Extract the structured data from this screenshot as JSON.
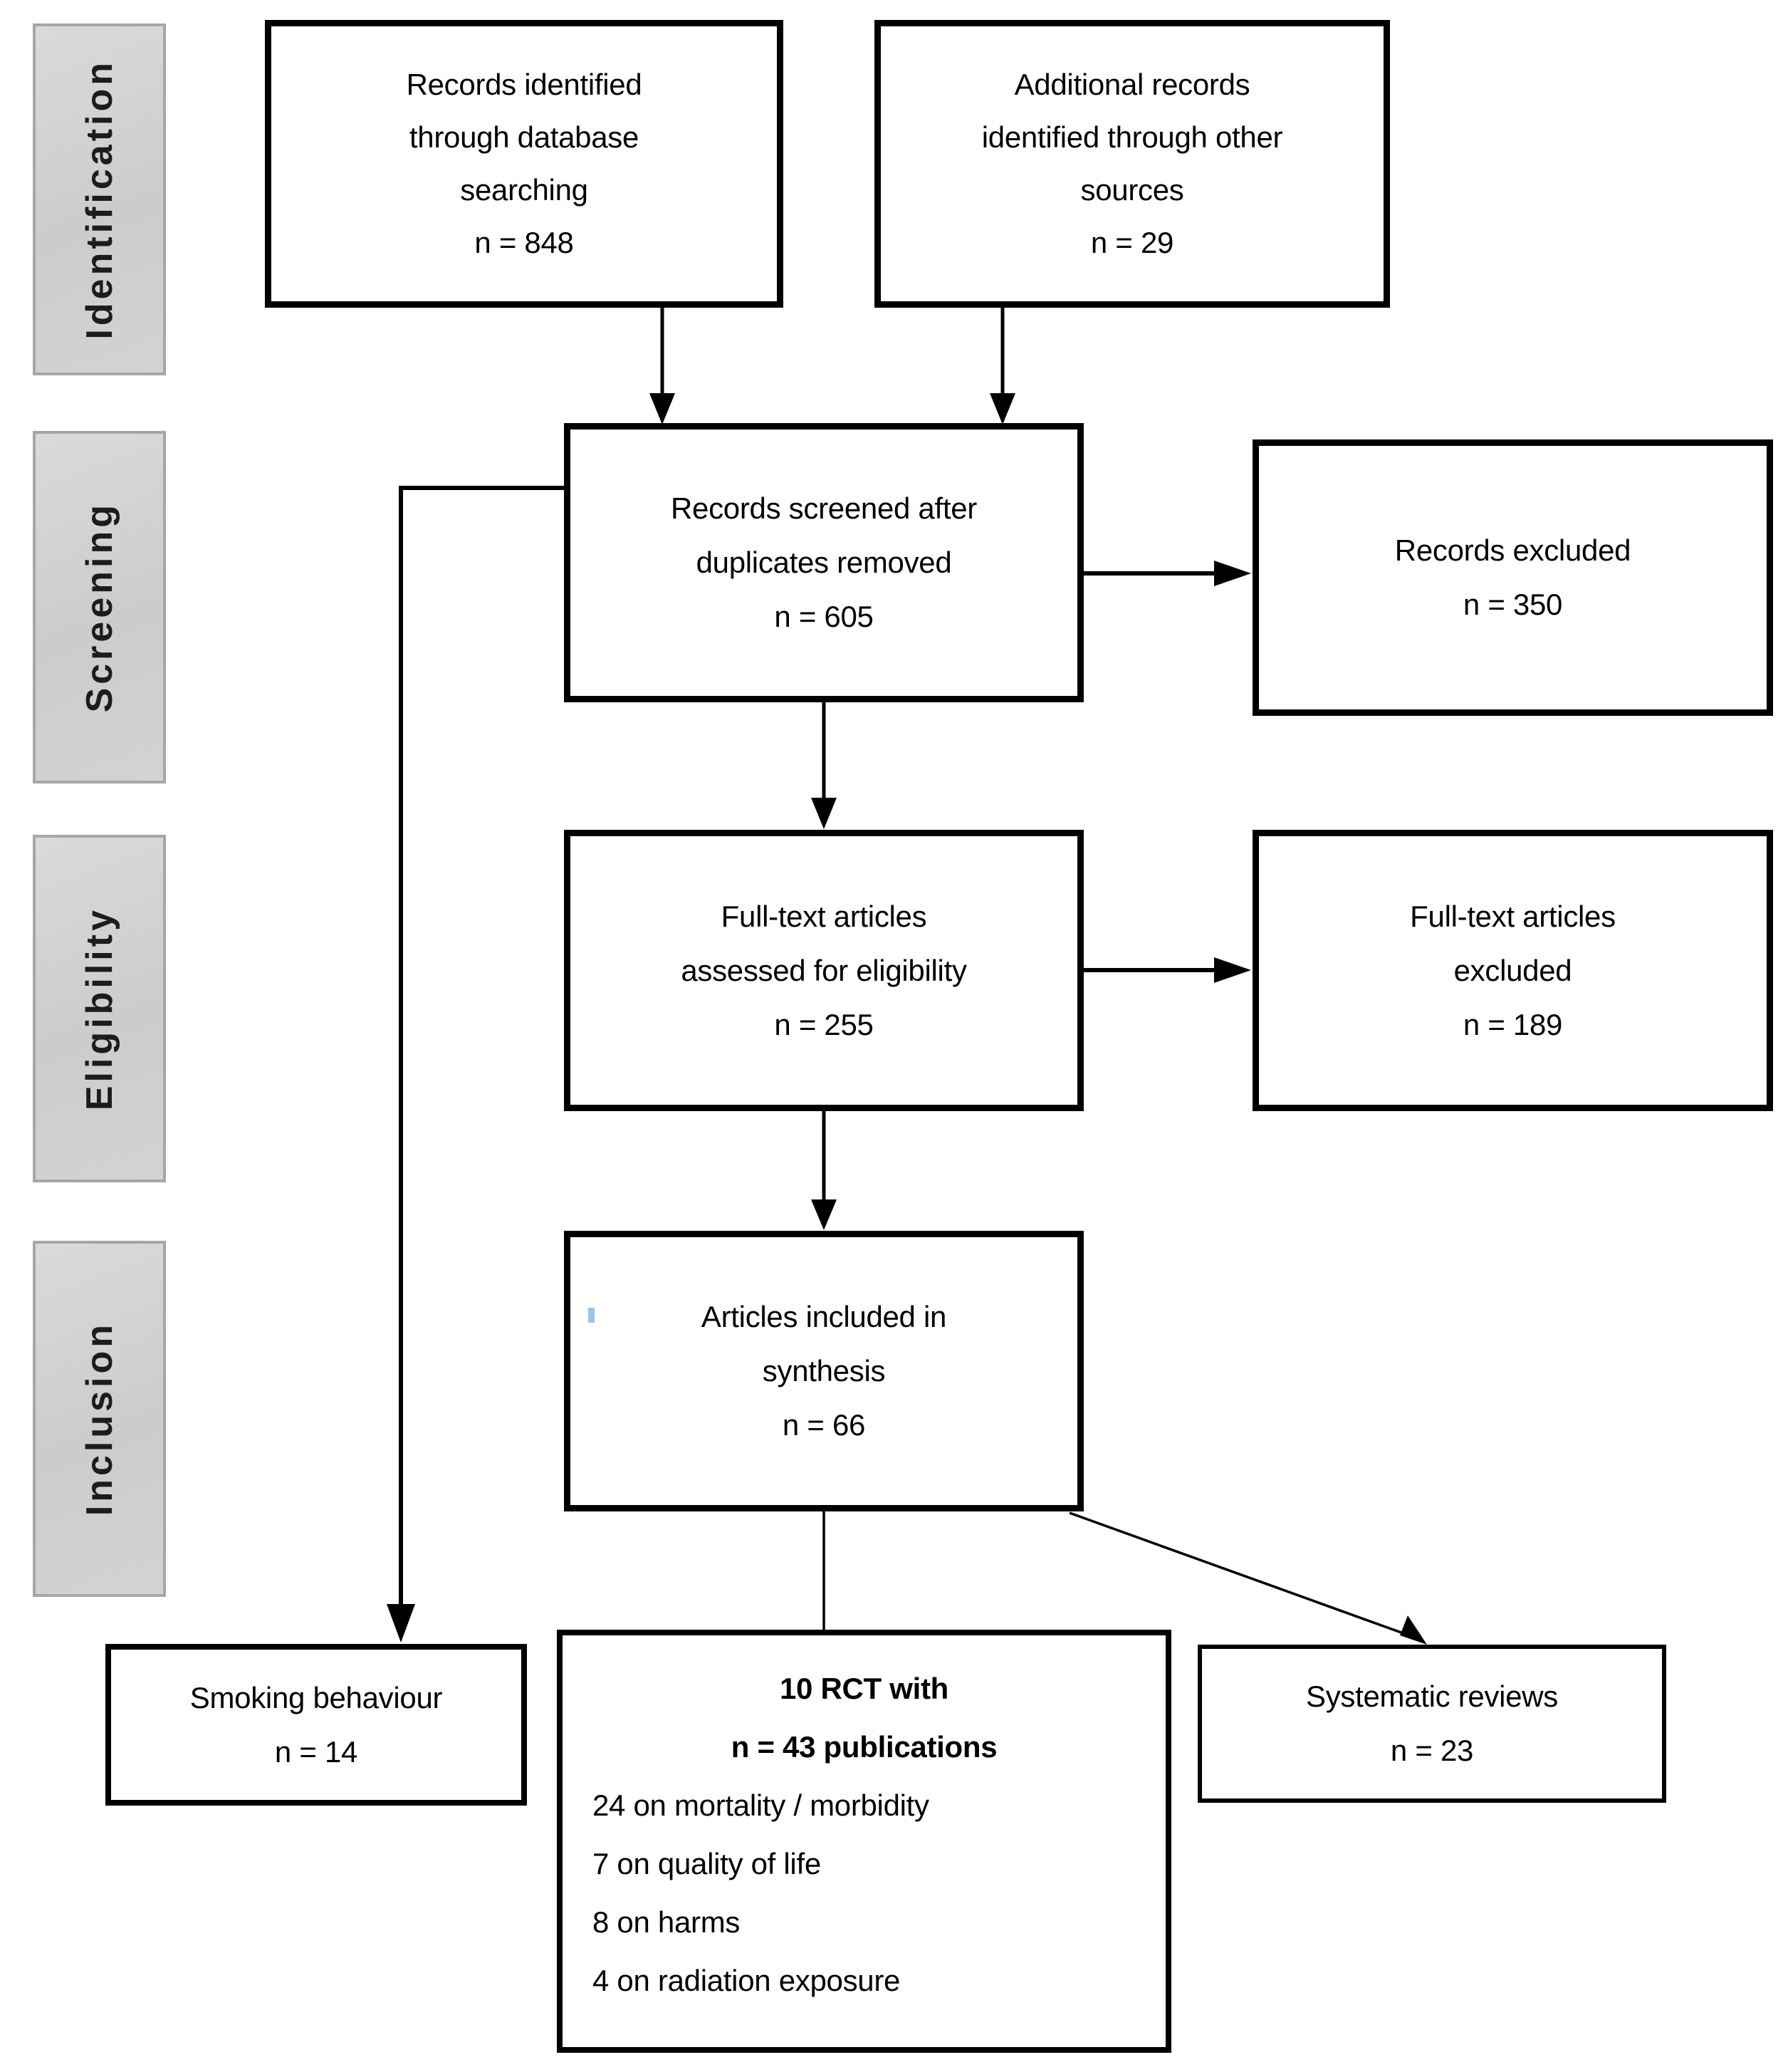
{
  "stages": [
    {
      "label": "Identification"
    },
    {
      "label": "Screening"
    },
    {
      "label": "Eligibility"
    },
    {
      "label": "Inclusion"
    }
  ],
  "boxes": {
    "records_identified": {
      "lines": [
        "Records identified",
        "through database",
        "searching",
        "n = 848"
      ],
      "n": 848
    },
    "additional_records": {
      "lines": [
        "Additional records",
        "identified through other",
        "sources",
        "n = 29"
      ],
      "n": 29
    },
    "records_screened": {
      "lines": [
        "Records screened after",
        "duplicates removed",
        "n = 605"
      ],
      "n": 605
    },
    "records_excluded": {
      "lines": [
        "Records excluded",
        "n = 350"
      ],
      "n": 350
    },
    "fulltext_assessed": {
      "lines": [
        "Full-text articles",
        "assessed for eligibility",
        "n = 255"
      ],
      "n": 255
    },
    "fulltext_excluded": {
      "lines": [
        "Full-text articles",
        "excluded",
        "n = 189"
      ],
      "n": 189
    },
    "articles_included": {
      "lines": [
        "Articles included in",
        "synthesis",
        "n = 66"
      ],
      "n": 66
    },
    "smoking_behaviour": {
      "lines": [
        "Smoking behaviour",
        "n = 14"
      ],
      "n": 14
    },
    "rct": {
      "bold_lines": [
        "10 RCT with",
        "n = 43 publications"
      ],
      "detail_lines": [
        "24 on mortality / morbidity",
        "7 on quality of life",
        "8 on harms",
        "4 on radiation exposure"
      ]
    },
    "systematic_reviews": {
      "lines": [
        "Systematic reviews",
        "n = 23"
      ],
      "n": 23
    }
  },
  "colors": {
    "box_border": "#000000",
    "stage_border": "#a6a6a6",
    "stage_fill": "#d0d0d0",
    "accent_mark": "#9cc3e6"
  }
}
